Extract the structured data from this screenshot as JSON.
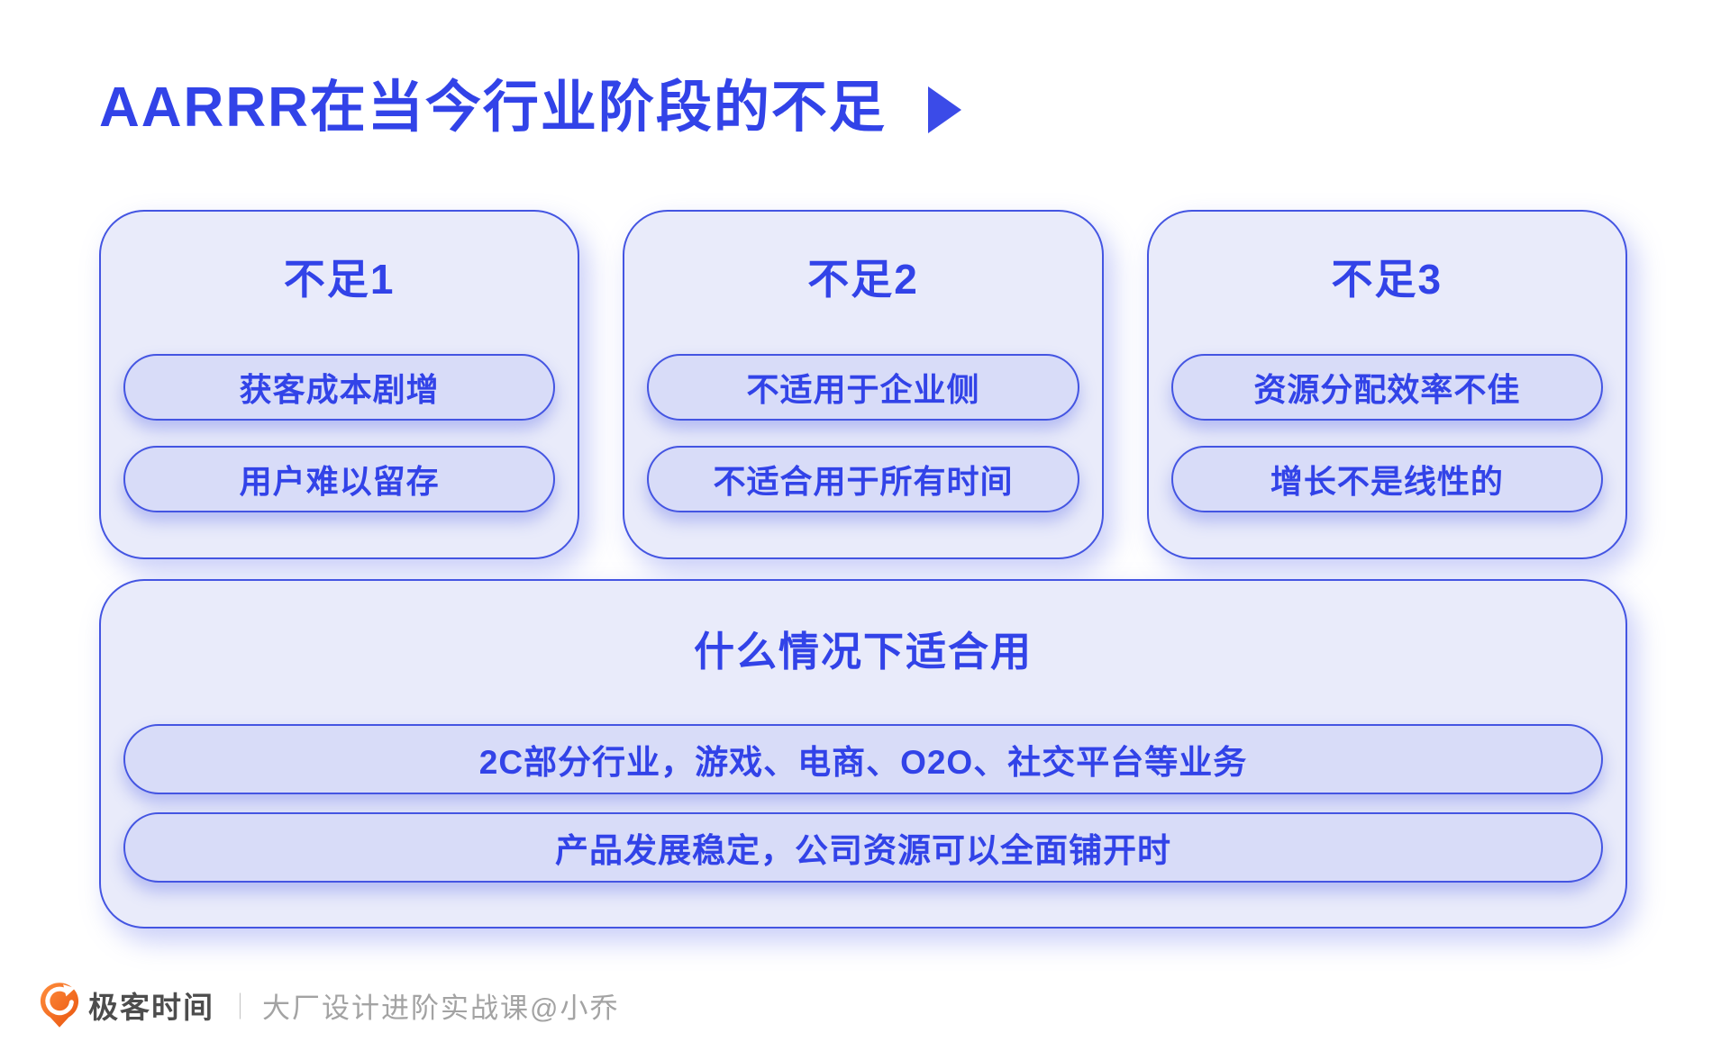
{
  "page": {
    "title": "AARRR在当今行业阶段的不足"
  },
  "cards": [
    {
      "heading": "不足1",
      "pills": [
        "获客成本剧增",
        "用户难以留存"
      ]
    },
    {
      "heading": "不足2",
      "pills": [
        "不适用于企业侧",
        "不适合用于所有时间"
      ]
    },
    {
      "heading": "不足3",
      "pills": [
        "资源分配效率不佳",
        "增长不是线性的"
      ]
    }
  ],
  "summary_card": {
    "heading": "什么情况下适合用",
    "pills": [
      "2C部分行业，游戏、电商、O2O、社交平台等业务",
      "产品发展稳定，公司资源可以全面铺开时"
    ]
  },
  "footer": {
    "brand": "极客时间",
    "separator": "｜",
    "course": "大厂设计进阶实战课@小乔"
  },
  "icons": {
    "title_arrow": "play-triangle-right",
    "logo": "geektime-pin-logo"
  },
  "colors": {
    "accent_blue": "#3243e8",
    "border_blue": "#4455e2",
    "card_bg": "#e9ebfa",
    "pill_bg": "#d8dcf8",
    "logo_orange": "#f26b1d",
    "brand_text": "#4d4d4d",
    "course_text": "#a3a3a3"
  }
}
